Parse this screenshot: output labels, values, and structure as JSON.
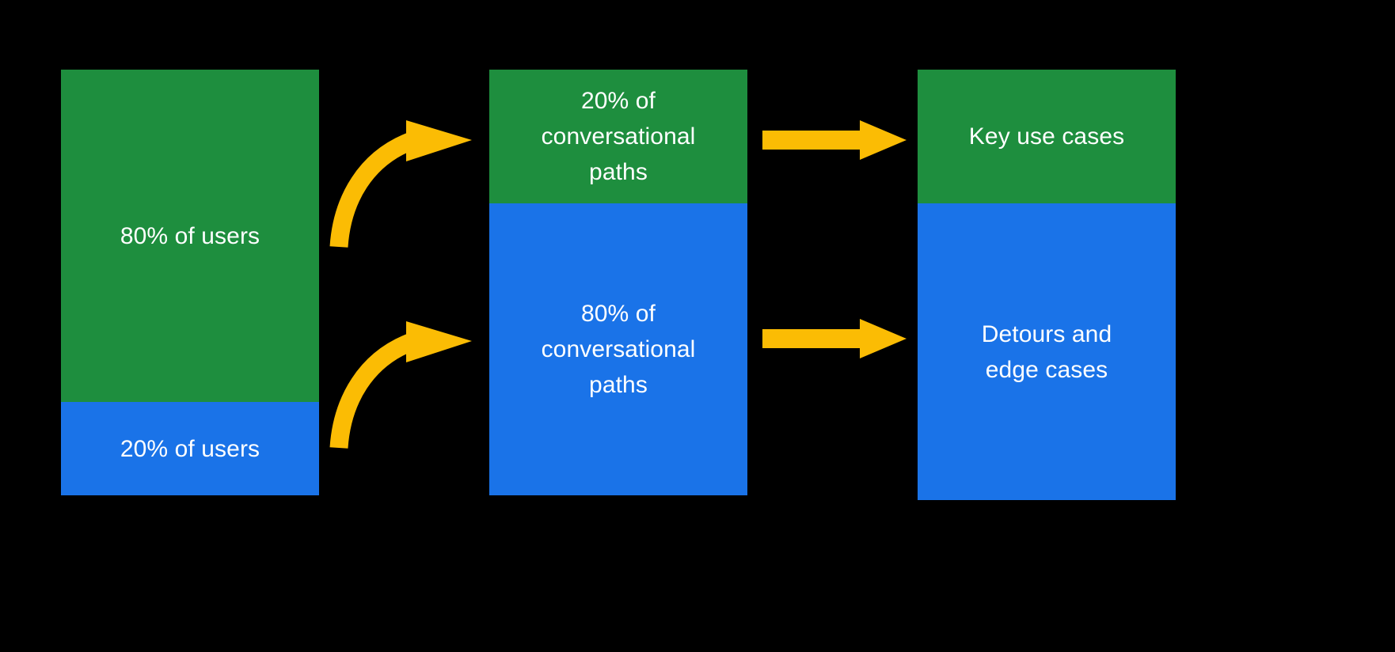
{
  "diagram": {
    "title": "80/20 users to conversational paths flow",
    "background_color": "#000000",
    "colors": {
      "green": "#1E8E3E",
      "blue": "#1A73E8",
      "arrow_yellow": "#FBBC04",
      "text": "#FFFFFF"
    }
  },
  "columns": [
    {
      "name": "users",
      "segments": [
        {
          "name": "majority-users",
          "label": "80% of users",
          "color": "#1E8E3E",
          "share": 80
        },
        {
          "name": "minority-users",
          "label": "20% of users",
          "color": "#1A73E8",
          "share": 20
        }
      ]
    },
    {
      "name": "conversational-paths",
      "segments": [
        {
          "name": "minority-paths",
          "label": "20% of\nconversational\npaths",
          "color": "#1E8E3E",
          "share": 20
        },
        {
          "name": "majority-paths",
          "label": "80% of\nconversational\npaths",
          "color": "#1A73E8",
          "share": 80
        }
      ]
    },
    {
      "name": "outcomes",
      "segments": [
        {
          "name": "key-use-cases",
          "label": "Key use cases",
          "color": "#1E8E3E",
          "share": 20
        },
        {
          "name": "detours-edge-cases",
          "label": "Detours and\nedge cases",
          "color": "#1A73E8",
          "share": 80
        }
      ]
    }
  ],
  "arrows": [
    {
      "name": "curved-arrow-users-to-minority-paths",
      "style": "curved",
      "color": "#FBBC04",
      "from": "majority-users",
      "to": "minority-paths"
    },
    {
      "name": "curved-arrow-users-to-majority-paths",
      "style": "curved",
      "color": "#FBBC04",
      "from": "minority-users",
      "to": "majority-paths"
    },
    {
      "name": "straight-arrow-minority-paths-to-key-use-cases",
      "style": "straight",
      "color": "#FBBC04",
      "from": "minority-paths",
      "to": "key-use-cases"
    },
    {
      "name": "straight-arrow-majority-paths-to-detours",
      "style": "straight",
      "color": "#FBBC04",
      "from": "majority-paths",
      "to": "detours-edge-cases"
    }
  ]
}
